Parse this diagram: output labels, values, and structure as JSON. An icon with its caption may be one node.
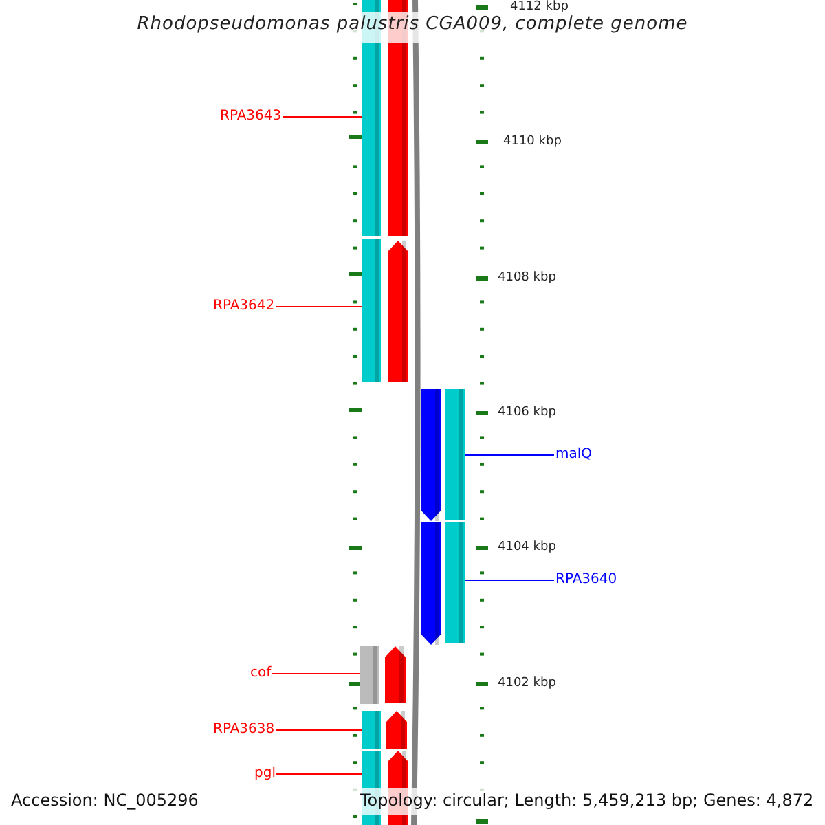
{
  "diagram": {
    "title": "Rhodopseudomonas palustris CGA009, complete genome",
    "nodes": [
      {
        "text": [
          "RPA3643"
        ]
      },
      {
        "text": [],
        "shape": "bar"
      },
      {
        "text": [],
        "shape": "arrow"
      },
      {
        "text": [
          "RPA3642"
        ]
      },
      {
        "text": [],
        "shape": "bar"
      },
      {
        "text": [],
        "shape": "arrow"
      },
      {
        "text": [
          "malQ"
        ]
      },
      {
        "text": [],
        "shape": "bar"
      },
      {
        "text": [],
        "shape": "arrow"
      },
      {
        "text": [
          "RPA3640"
        ]
      },
      {
        "text": [],
        "shape": "bar"
      },
      {
        "text": [],
        "shape": "arrow"
      },
      {
        "text": [
          "cof"
        ]
      },
      {
        "text": [],
        "shape": "bar"
      },
      {
        "text": [],
        "shape": "arrow"
      },
      {
        "text": [
          "RPA3638"
        ]
      },
      {
        "text": [],
        "shape": "bar"
      },
      {
        "text": [],
        "shape": "arrow"
      },
      {
        "text": [
          "pgl"
        ]
      },
      {
        "text": [],
        "shape": "bar"
      },
      {
        "text": [],
        "shape": "arrow"
      }
    ],
    "edges": [
      {
        "from": 0,
        "to": 1,
        "arrow": "none"
      },
      {
        "from": 3,
        "to": 4,
        "arrow": "none"
      },
      {
        "from": 6,
        "to": 7,
        "arrow": "none",
        "color": "#0000ff"
      },
      {
        "from": 9,
        "to": 10,
        "arrow": "none",
        "color": "#0000ff"
      },
      {
        "from": 12,
        "to": 13,
        "arrow": "none"
      },
      {
        "from": 15,
        "to": 16,
        "arrow": "none"
      },
      {
        "from": 18,
        "to": 19,
        "arrow": "none"
      }
    ],
    "labels": [
      "4112 kbp",
      "4110 kbp",
      "4108 kbp",
      "4106 kbp",
      "4104 kbp",
      "4102 kbp",
      "Accession: NC_005296",
      "Topology: circular; Length: 5,459,213 bp; Genes: 4,872"
    ]
  }
}
